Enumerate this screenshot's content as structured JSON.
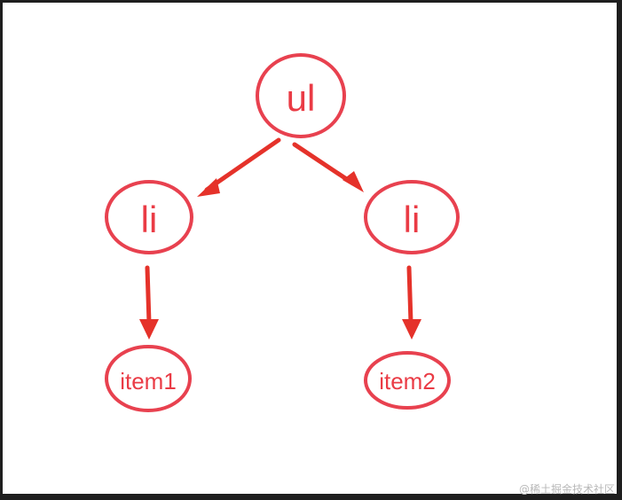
{
  "diagram": {
    "nodes": {
      "root": "ul",
      "left_child": "li",
      "right_child": "li",
      "left_leaf": "item1",
      "right_leaf": "item2"
    },
    "edges": [
      [
        "root",
        "left_child"
      ],
      [
        "root",
        "right_child"
      ],
      [
        "left_child",
        "left_leaf"
      ],
      [
        "right_child",
        "right_leaf"
      ]
    ],
    "colors": {
      "outline": "#e8414f",
      "arrow": "#e5322a",
      "text": "#ea3b45"
    }
  },
  "watermark": "@稀土掘金技术社区"
}
